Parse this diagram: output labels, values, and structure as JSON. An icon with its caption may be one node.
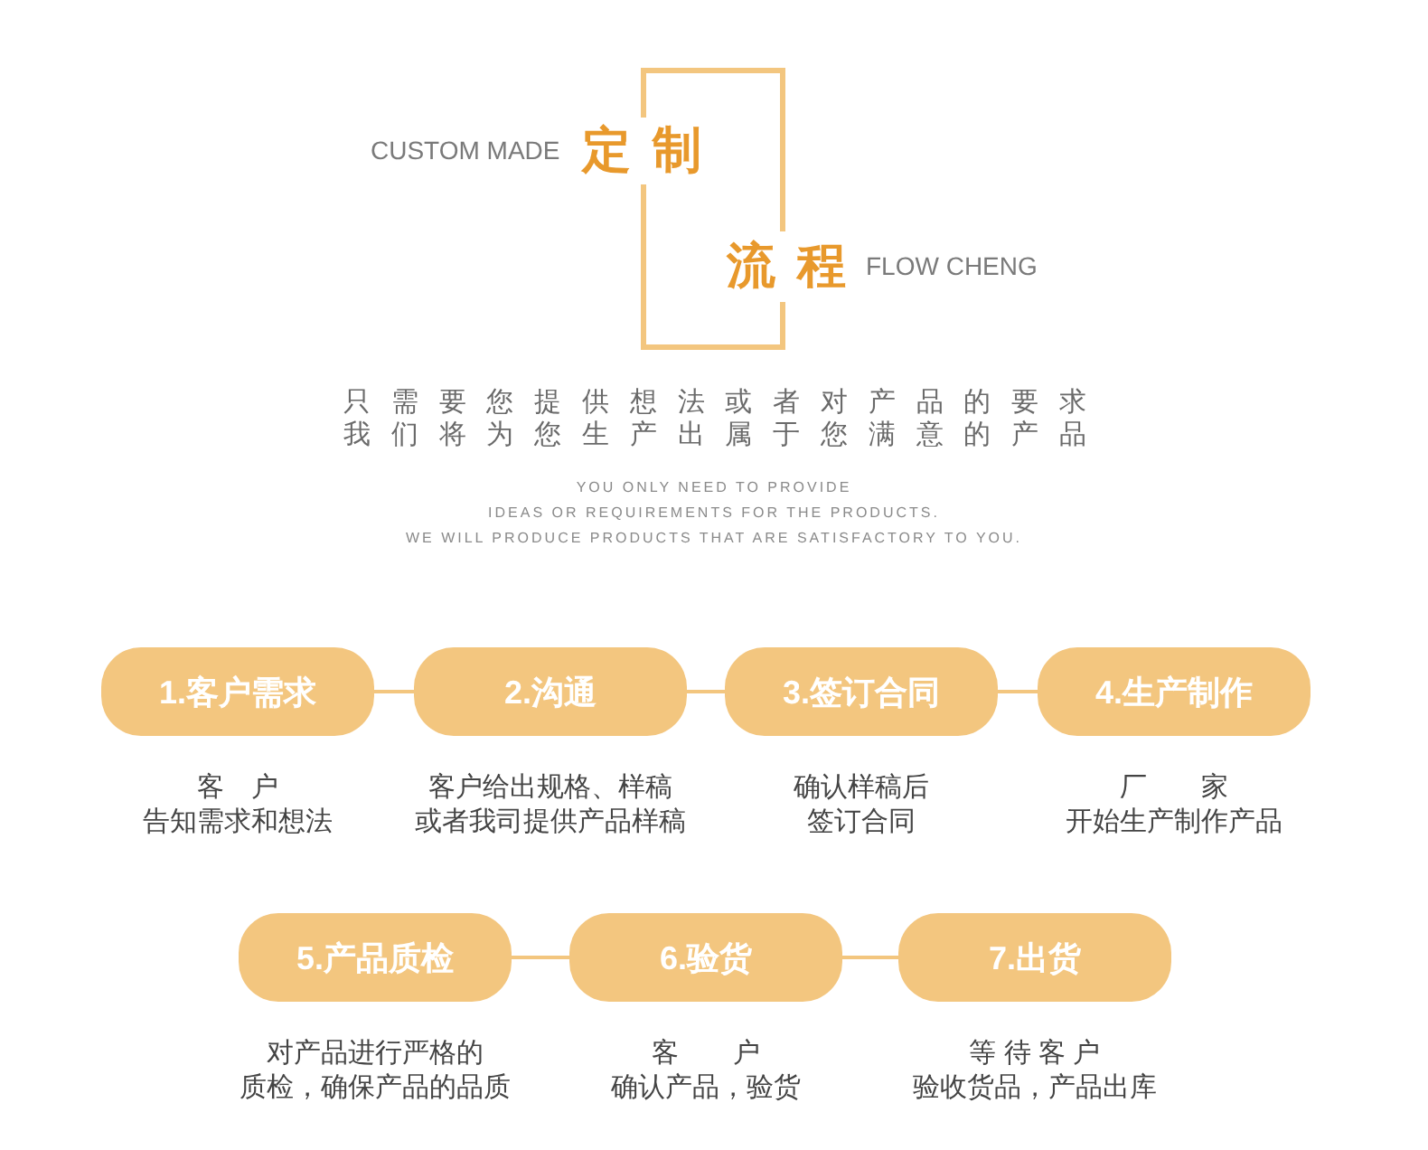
{
  "diagram": {
    "nodes": [
      {
        "text": [
          "1.客户需求"
        ],
        "beside": [
          "客　户",
          "告知需求和想法"
        ]
      },
      {
        "text": [
          "2.沟通"
        ],
        "beside": [
          "客户给出规格、样稿",
          "或者我司提供产品样稿"
        ]
      },
      {
        "text": [
          "3.签订合同"
        ],
        "beside": [
          "确认样稿后",
          "签订合同"
        ]
      },
      {
        "text": [
          "4.生产制作"
        ],
        "beside": [
          "厂　　家",
          "开始生产制作产品"
        ]
      },
      {
        "text": [
          "5.产品质检"
        ],
        "beside": [
          "对产品进行严格的",
          "质检，确保产品的品质"
        ]
      },
      {
        "text": [
          "6.验货"
        ],
        "beside": [
          "客　　户",
          "确认产品，验货"
        ]
      },
      {
        "text": [
          "7.出货"
        ],
        "beside": [
          "等 待 客 户",
          "验收货品，产品出库"
        ]
      }
    ],
    "edges": [
      {
        "from": 0,
        "to": 1,
        "arrow": "none"
      },
      {
        "from": 1,
        "to": 2,
        "arrow": "none"
      },
      {
        "from": 2,
        "to": 3,
        "arrow": "none"
      },
      {
        "from": 4,
        "to": 5,
        "arrow": "none"
      },
      {
        "from": 5,
        "to": 6,
        "arrow": "none"
      }
    ],
    "labels": [
      "CUSTOM MADE",
      "定制",
      "流程",
      "FLOW CHENG",
      "只需要您提供想法或者对产品的要求我们将为您生产出属于您满意的产品",
      "YOU ONLY NEED TO PROVIDE",
      "IDEAS OR REQUIREMENTS FOR THE PRODUCTS.",
      "WE WILL PRODUCE PRODUCTS THAT ARE SATISFACTORY TO YOU."
    ]
  }
}
